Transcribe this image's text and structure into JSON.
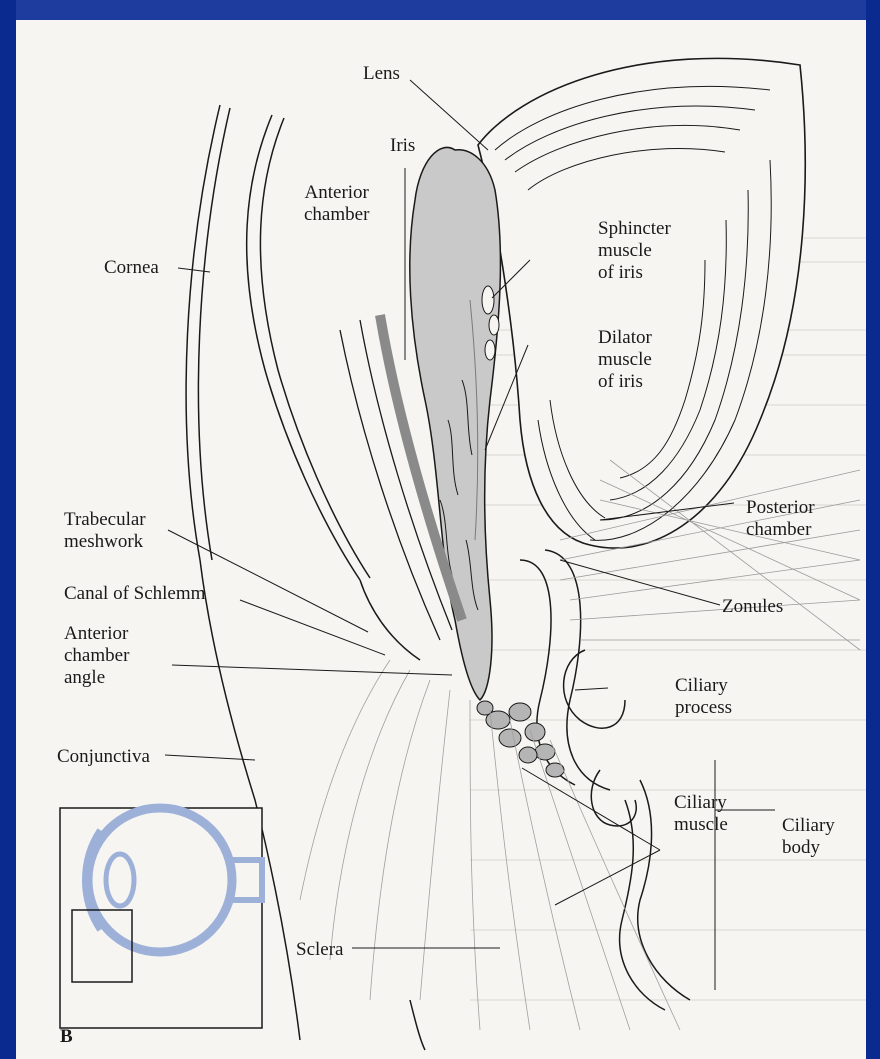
{
  "labels": {
    "lens": "Lens",
    "iris": "Iris",
    "anterior_chamber": "Anterior\nchamber",
    "cornea": "Cornea",
    "sphincter": "Sphincter\nmuscle\nof iris",
    "dilator": "Dilator\nmuscle\nof iris",
    "posterior_chamber": "Posterior\nchamber",
    "trabecular": "Trabecular\nmeshwork",
    "canal": "Canal of Schlemm",
    "angle": "Anterior\nchamber\nangle",
    "zonules": "Zonules",
    "ciliary_process": "Ciliary\nprocess",
    "conjunctiva": "Conjunctiva",
    "ciliary_muscle": "Ciliary\nmuscle",
    "ciliary_body": "Ciliary\nbody",
    "sclera": "Sclera",
    "panel_letter": "B"
  },
  "colors": {
    "border": "#0b2a8f",
    "paper": "#f6f5f2",
    "ink": "#1a1a1a",
    "shade": "#9a9a9a",
    "inset_eye": "#9db0d8"
  }
}
